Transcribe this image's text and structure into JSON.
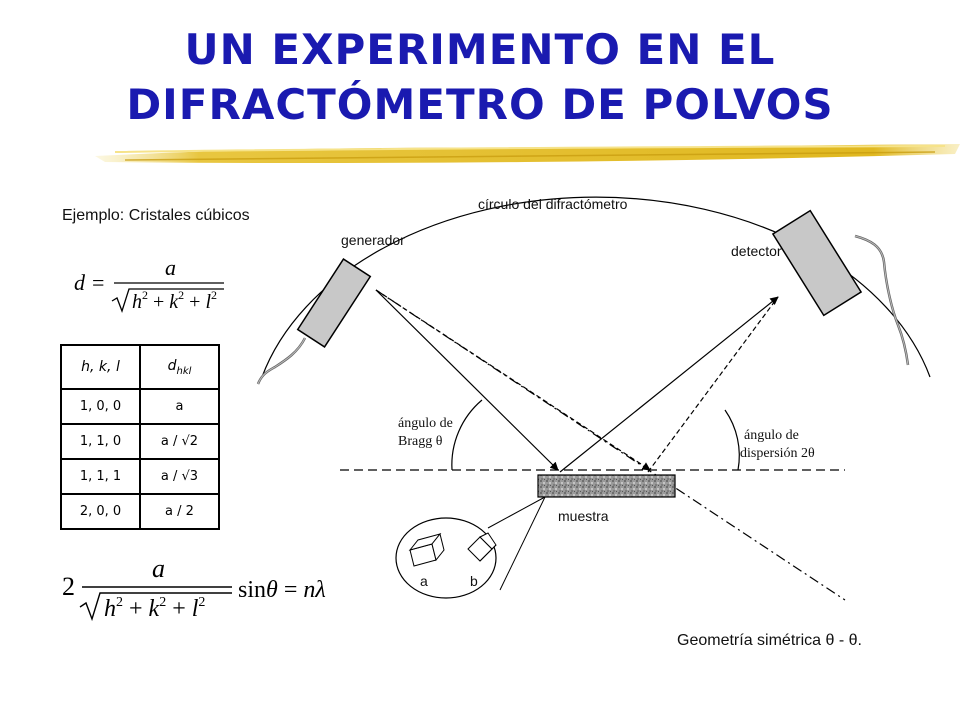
{
  "title": {
    "line1": "UN EXPERIMENTO EN EL",
    "line2": "DIFRACTÓMETRO DE POLVOS",
    "color": "#1a1ab0"
  },
  "example_label": "Ejemplo: Cristales cúbicos",
  "formula_d": "d = a / √(h² + k² + l²)",
  "formula_bragg": "2 a / √(h² + k² + l²) sin θ = nλ",
  "table": {
    "headers": [
      "h, k, l",
      "d",
      "hkl"
    ],
    "rows": [
      [
        "1, 0, 0",
        "a"
      ],
      [
        "1, 1, 0",
        "a / √2"
      ],
      [
        "1, 1, 1",
        "a / √3"
      ],
      [
        "2, 0, 0",
        "a / 2"
      ]
    ]
  },
  "diagram": {
    "circle_label": "círculo del difractómetro",
    "generator_label": "generador",
    "detector_label": "detector",
    "bragg_label_1": "ángulo de",
    "bragg_label_2": "Bragg θ",
    "dispersion_label_1": "ángulo de",
    "dispersion_label_2": "dispersión 2θ",
    "sample_label": "muestra",
    "crystal_a": "a",
    "crystal_b": "b"
  },
  "caption": "Geometría simétrica θ - θ."
}
